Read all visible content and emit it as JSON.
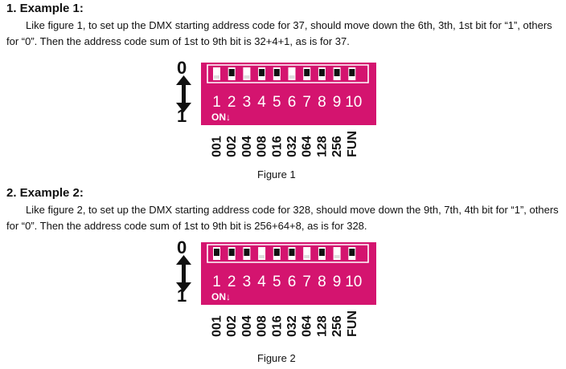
{
  "example1": {
    "heading": "1. Example 1:",
    "text": "Like figure 1, to set up the DMX starting address code for 37, should move down the 6th, 3th, 1st bit for “1”, others for “0”. Then the address code sum of 1st to 9th bit is 32+4+1, as is for 37.",
    "switches_down": [
      1,
      3,
      6
    ],
    "caption": "Figure 1"
  },
  "example2": {
    "heading": "2. Example 2:",
    "text": "Like figure 2, to set up the DMX starting address code for 328, should move down the 9th, 7th, 4th bit for “1”, others for “0”. Then the address code sum of 1st to 9th bit is 256+64+8, as is for 328.",
    "switches_down": [
      4,
      7,
      9
    ],
    "caption": "Figure 2"
  },
  "dip_switch": {
    "state_top": "0",
    "state_bottom": "1",
    "on_label": "ON↓",
    "numbers": [
      "1",
      "2",
      "3",
      "4",
      "5",
      "6",
      "7",
      "8",
      "9",
      "10"
    ],
    "bit_values": [
      "001",
      "002",
      "004",
      "008",
      "016",
      "032",
      "064",
      "128",
      "256",
      "FUN"
    ],
    "colors": {
      "body": "#d4146f",
      "switch_slot": "#ffffff",
      "switch_knob": "#111111",
      "outline": "#ffffff"
    }
  }
}
